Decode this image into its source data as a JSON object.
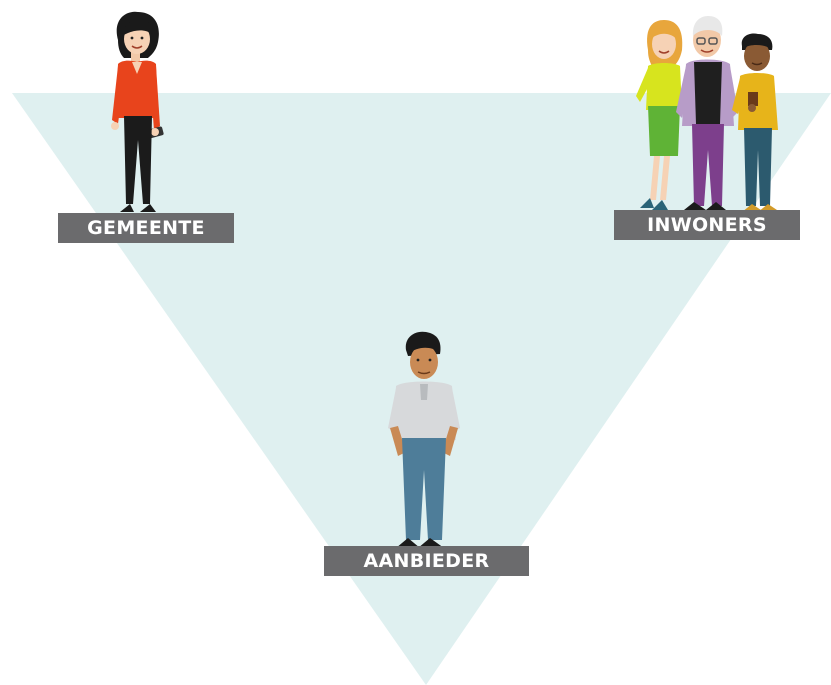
{
  "colors": {
    "triangle": "#dff0f0",
    "label_bg": "#6b6b6d",
    "label_text": "#ffffff"
  },
  "labels": {
    "gemeente": "GEMEENTE",
    "inwoners": "INWONERS",
    "aanbieder": "AANBIEDER"
  },
  "figures": {
    "gemeente": "woman-in-red-blouse-holding-phone",
    "inwoners": "group-of-three-residents",
    "aanbieder": "man-in-grey-shirt-hands-in-pockets"
  }
}
